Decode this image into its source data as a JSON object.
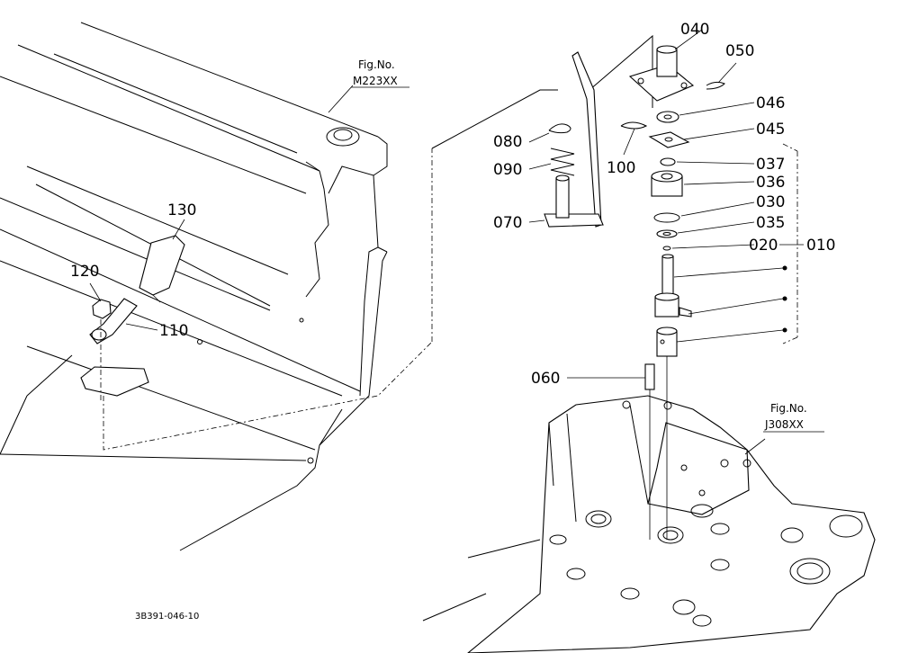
{
  "figure_refs": [
    {
      "line1": "Fig.No.",
      "line2": "M223XX"
    },
    {
      "line1": "Fig.No.",
      "line2": "J308XX"
    }
  ],
  "callouts": {
    "p010": "010",
    "p020": "020",
    "p030": "030",
    "p035": "035",
    "p036": "036",
    "p037": "037",
    "p040": "040",
    "p045": "045",
    "p046": "046",
    "p050": "050",
    "p060": "060",
    "p070": "070",
    "p080": "080",
    "p090": "090",
    "p100": "100",
    "p110": "110",
    "p120": "120",
    "p130": "130"
  },
  "drawing_number": "3B391-046-10"
}
